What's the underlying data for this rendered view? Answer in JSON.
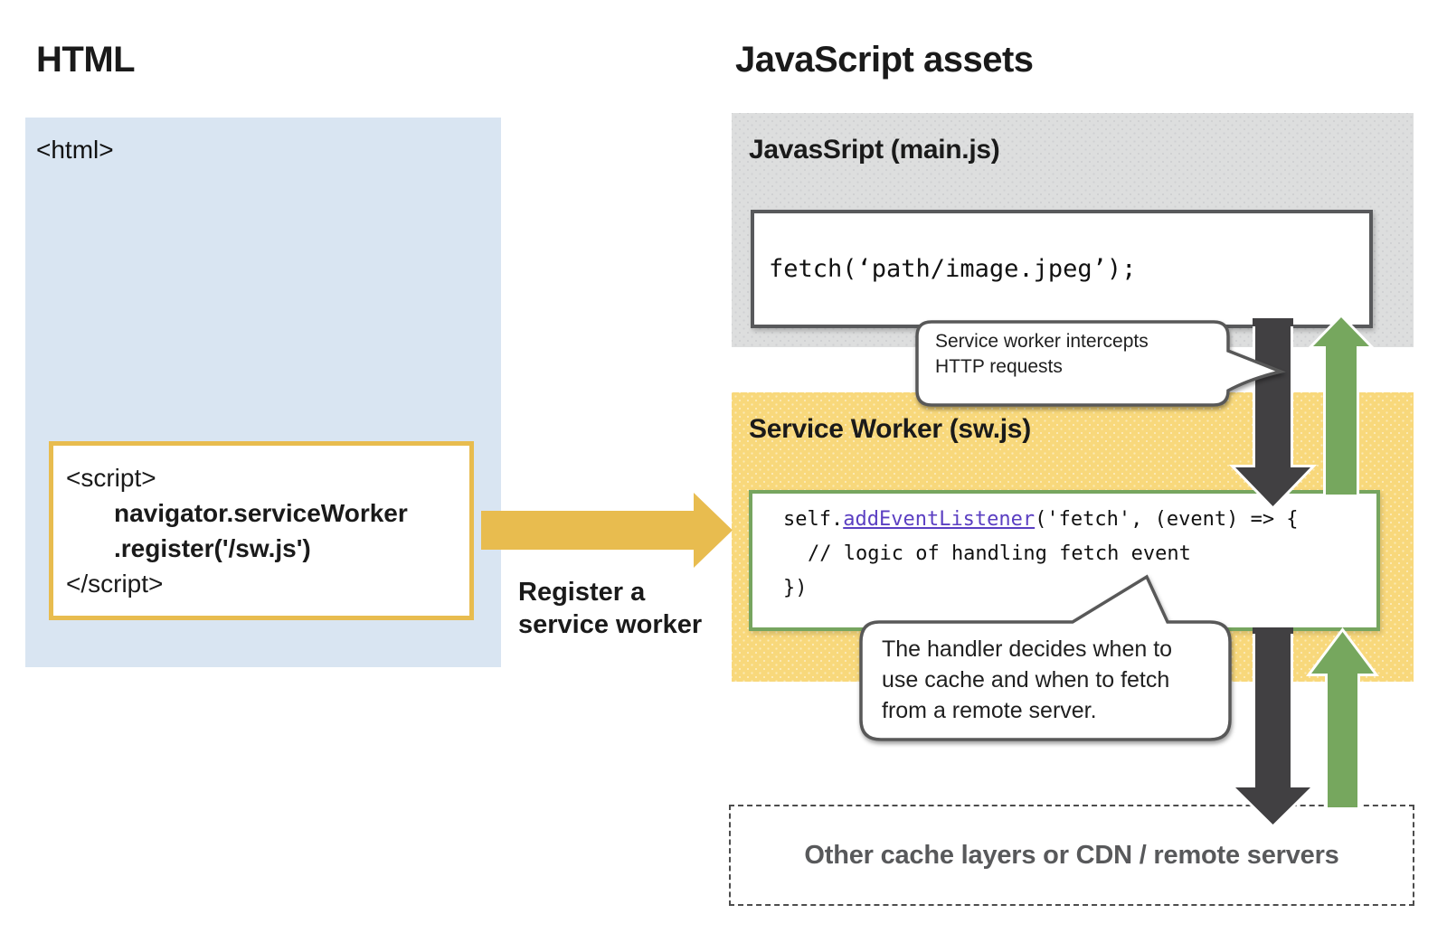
{
  "sections": {
    "html": {
      "title": "HTML"
    },
    "js_assets": {
      "title": "JavaScript assets"
    }
  },
  "html_panel": {
    "open_tag": "<html>",
    "script_box": {
      "open": "<script>",
      "code1": "navigator.serviceWorker",
      "code2": ".register('/sw.js')",
      "close": "</script>"
    }
  },
  "register_arrow": {
    "label_line1": "Register a",
    "label_line2": "service worker"
  },
  "main_js_panel": {
    "title": "JavasSript (main.js)",
    "code": "fetch(‘path/image.jpeg’);"
  },
  "service_worker_panel": {
    "title": "Service Worker (sw.js)",
    "code": {
      "line1_pre": "self.",
      "line1_fn": "addEventListener",
      "line1_post": "('fetch', (event) => {",
      "line2": "// logic of handling fetch event",
      "line3": "})"
    }
  },
  "callouts": {
    "intercept": {
      "line1": "Service worker intercepts",
      "line2": "HTTP requests"
    },
    "handler": {
      "line1": "The handler decides when to",
      "line2": "use cache and when to fetch",
      "line3": "from a remote server."
    }
  },
  "cache_panel": {
    "label": "Other cache layers or CDN / remote servers"
  },
  "colors": {
    "html_panel_bg": "#D9E5F2",
    "assets_panel_bg": "#DDDEDE",
    "service_worker_panel_bg": "#F8D87B",
    "accent_gold": "#E8BC4F",
    "request_arrow": "#414042",
    "response_arrow": "#76A75E",
    "code_border_green": "#76A55F",
    "code_border_dark": "#58595B",
    "bubble_border": "#595959",
    "function_name_color": "#5B3FC2",
    "muted_text": "#58595b"
  }
}
